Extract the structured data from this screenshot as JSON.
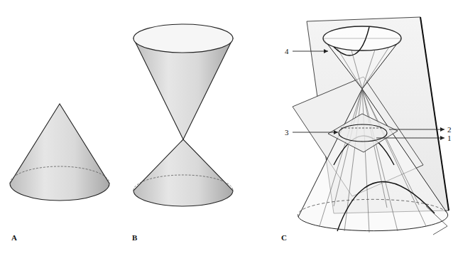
{
  "diagram": {
    "labels": [
      "A",
      "B",
      "C",
      "4",
      "3",
      "2",
      "1"
    ]
  }
}
